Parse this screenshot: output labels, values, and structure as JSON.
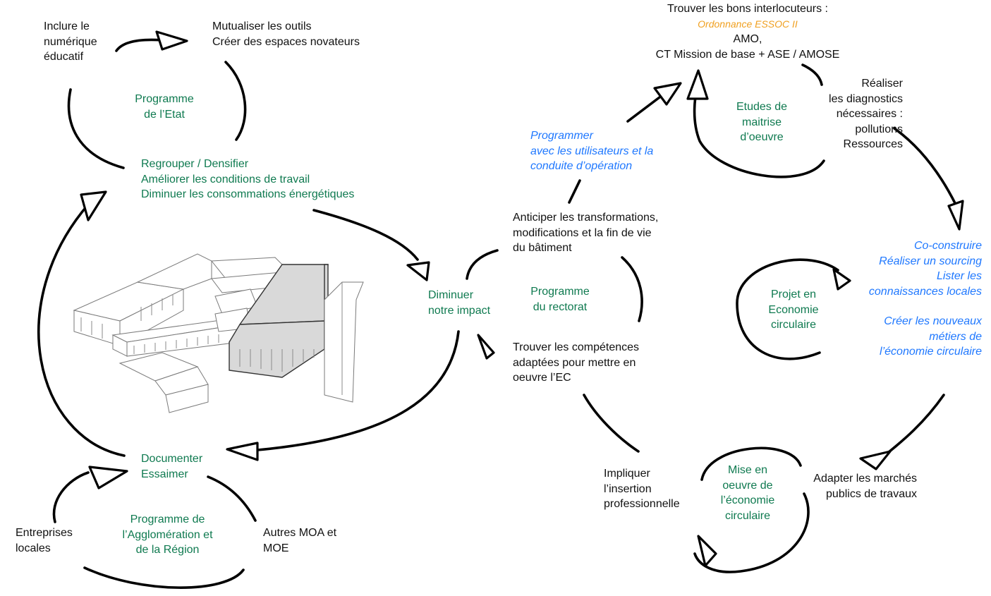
{
  "nodes": {
    "inclure": [
      "Inclure le",
      "numérique",
      "éducatif"
    ],
    "mutualiser": [
      "Mutualiser les outils",
      "Créer des espaces novateurs"
    ],
    "programme_etat": [
      "Programme",
      "de l’Etat"
    ],
    "regrouper": [
      "Regrouper / Densifier",
      "Améliorer les conditions de travail",
      "Diminuer les consommations énergétiques"
    ],
    "diminuer": [
      "Diminuer",
      "notre impact"
    ],
    "documenter": [
      "Documenter",
      "Essaimer"
    ],
    "programme_agglo": [
      "Programme de",
      "l’Agglomération et",
      "de la Région"
    ],
    "entreprises": [
      "Entreprises",
      "locales"
    ],
    "autres_moa": [
      "Autres MOA et",
      "MOE"
    ],
    "programmer": [
      "Programmer",
      "avec les utilisateurs et la",
      "conduite d’opération"
    ],
    "trouver_interlocuteurs_title": "Trouver les bons interlocuteurs :",
    "ordonnance": "Ordonnance ESSOC II",
    "amo_lines": [
      "AMO,",
      "CT Mission de base + ASE / AMOSE"
    ],
    "etudes": [
      "Etudes de",
      "maitrise",
      "d’oeuvre"
    ],
    "realiser_diag": [
      "Réaliser",
      "les diagnostics",
      "nécessaires :",
      "pollutions",
      "Ressources"
    ],
    "anticiper": [
      "Anticiper les transformations,",
      "modifications et la fin de vie",
      "du bâtiment"
    ],
    "programme_rectorat": [
      "Programme",
      "du rectorat"
    ],
    "trouver_competences": [
      "Trouver les compétences",
      "adaptées pour mettre en",
      "oeuvre l’EC"
    ],
    "co_construire": [
      "Co-construire",
      "Réaliser un sourcing",
      "Lister les",
      "connaissances locales"
    ],
    "creer_metiers": [
      "Créer les nouveaux",
      "métiers de",
      "l’économie circulaire"
    ],
    "projet_ec": [
      "Projet en",
      "Economie",
      "circulaire"
    ],
    "impliquer": [
      "Impliquer",
      "l’insertion",
      "professionnelle"
    ],
    "mise_en_oeuvre": [
      "Mise en",
      "oeuvre de",
      "l’économie",
      "circulaire"
    ],
    "adapter": [
      "Adapter les marchés",
      "publics de travaux"
    ]
  },
  "colors": {
    "black_text": "#111111",
    "green_text": "#0f7a50",
    "blue_text": "#1f78ff",
    "orange_text": "#f0a020",
    "arrow": "#000000"
  }
}
